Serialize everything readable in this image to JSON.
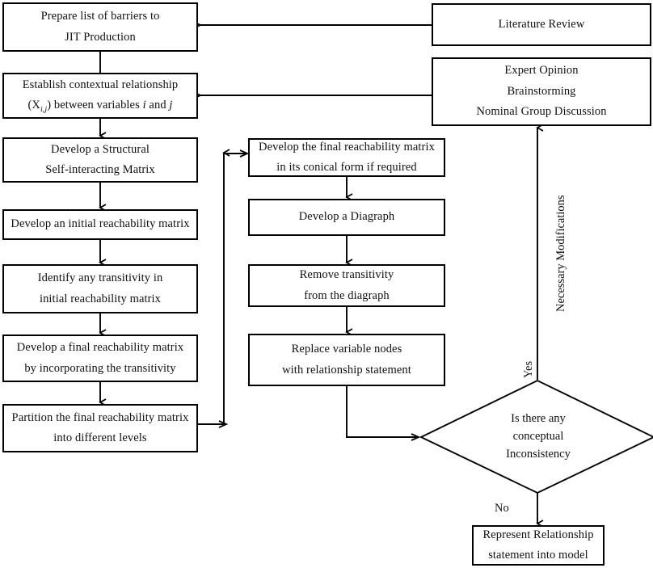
{
  "diagram": {
    "title": "ISM methodology flow diagram",
    "background_color": "#ffffff",
    "line_color": "#000000",
    "text_color": "#111111"
  },
  "nodes": {
    "prepare_barriers": {
      "line1": "Prepare list of barriers to",
      "line2": "JIT Production"
    },
    "establish_relationship": {
      "line1": "Establish contextual relationship",
      "line2_prefix": "(X",
      "line2_sub": "i,j",
      "line2_suffix": ") between variables ",
      "line2_var1": "i",
      "line2_mid": " and ",
      "line2_var2": "j"
    },
    "structural_matrix": {
      "line1": "Develop a Structural",
      "line2": "Self-interacting Matrix"
    },
    "initial_reachability": {
      "line1": "Develop an initial reachability matrix"
    },
    "identify_transitivity": {
      "line1": "Identify any transitivity in",
      "line2": "initial reachability matrix"
    },
    "final_reachability": {
      "line1": "Develop a final reachability matrix",
      "line2": "by incorporating the transitivity"
    },
    "partition_matrix": {
      "line1": "Partition the final reachability matrix",
      "line2": "into different levels"
    },
    "conical_form": {
      "line1": "Develop the final reachability matrix",
      "line2": "in its conical form if required"
    },
    "develop_diagraph": {
      "line1": "Develop a Diagraph"
    },
    "remove_transitivity": {
      "line1": "Remove transitivity",
      "line2": "from the diagraph"
    },
    "replace_nodes": {
      "line1": "Replace variable nodes",
      "line2": "with relationship statement"
    },
    "literature_review": {
      "line1": "Literature Review"
    },
    "expert_opinion": {
      "line1": "Expert Opinion",
      "line2": "Brainstorming",
      "line3": "Nominal Group Discussion"
    },
    "conceptual_inconsistency": {
      "line1": "Is there any",
      "line2": "conceptual",
      "line3": "Inconsistency"
    },
    "represent_relationship": {
      "line1": "Represent Relationship",
      "line2": "statement into model"
    }
  },
  "edge_labels": {
    "necessary_modifications": "Necessary Modifications",
    "yes": "Yes",
    "no": "No"
  }
}
